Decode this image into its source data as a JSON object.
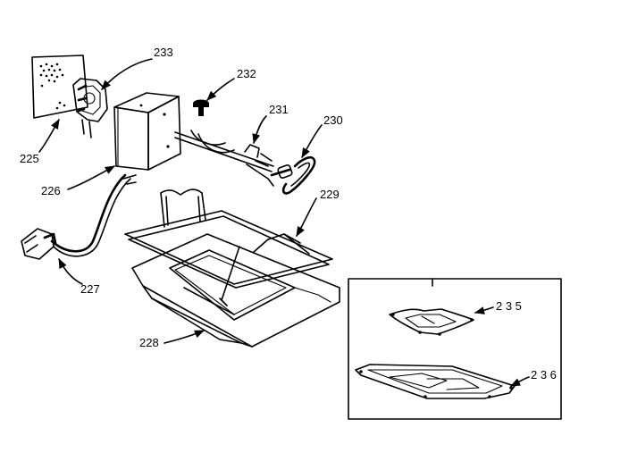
{
  "labels": {
    "p225": "225",
    "p226": "226",
    "p227": "227",
    "p228": "228",
    "p229": "229",
    "p230": "230",
    "p231": "231",
    "p232": "232",
    "p233": "233",
    "p235": "2 3 5",
    "p236": "2 3 6"
  }
}
